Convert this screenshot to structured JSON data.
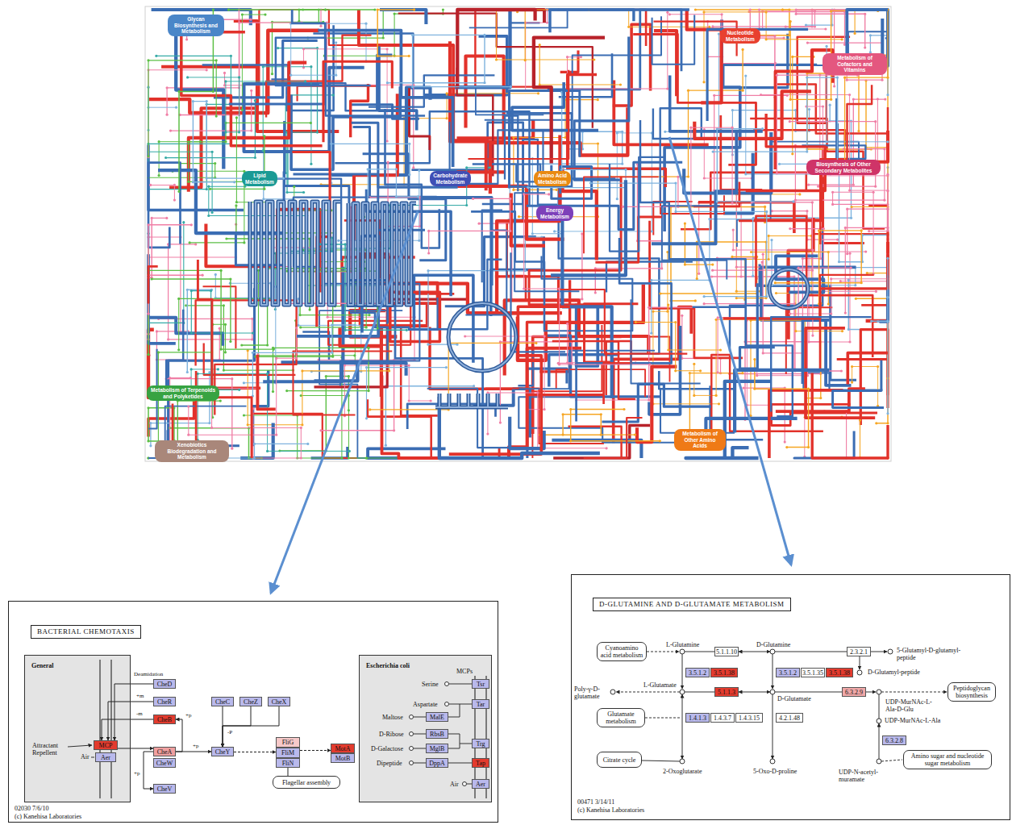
{
  "diagram": {
    "nodes": [
      {
        "text": [
          "Glycan Biosynthesis and Metabolism"
        ]
      },
      {
        "text": [
          "Nucleotide Metabolism"
        ]
      },
      {
        "text": [
          "Metabolism of Cofactors and Vitamins"
        ]
      },
      {
        "text": [
          "Biosynthesis of Other Secondary Metabolites"
        ]
      },
      {
        "text": [
          "Lipid Metabolism"
        ]
      },
      {
        "text": [
          "Carbohydrate Metabolism"
        ]
      },
      {
        "text": [
          "Amino Acid Metabolism"
        ]
      },
      {
        "text": [
          "Energy Metabolism"
        ]
      },
      {
        "text": [
          "Metabolism of Terpenoids and Polyketides"
        ]
      },
      {
        "text": [
          "Metabolism of Other Amino Acids"
        ]
      },
      {
        "text": [
          "Xenobiotics Biodegradation and Metabolism"
        ]
      },
      {
        "text": [
          "BACTERIAL CHEMOTAXIS"
        ]
      },
      {
        "text": [
          "General"
        ],
        "in": 11
      },
      {
        "text": [
          "MCP"
        ],
        "in": 12
      },
      {
        "text": [
          "Aer"
        ],
        "in": 12
      },
      {
        "text": [
          "CheD"
        ],
        "in": 11
      },
      {
        "text": [
          "CheR"
        ],
        "in": 11
      },
      {
        "text": [
          "CheB"
        ],
        "in": 11
      },
      {
        "text": [
          "CheA"
        ],
        "in": 11
      },
      {
        "text": [
          "CheW"
        ],
        "in": 11
      },
      {
        "text": [
          "CheV"
        ],
        "in": 11
      },
      {
        "text": [
          "CheC"
        ],
        "in": 11
      },
      {
        "text": [
          "CheZ"
        ],
        "in": 11
      },
      {
        "text": [
          "CheX"
        ],
        "in": 11
      },
      {
        "text": [
          "CheY"
        ],
        "in": 11
      },
      {
        "text": [
          "FliG"
        ],
        "in": 11
      },
      {
        "text": [
          "FliM"
        ],
        "in": 11
      },
      {
        "text": [
          "FliN"
        ],
        "in": 11
      },
      {
        "text": [
          "MotA"
        ],
        "in": 11
      },
      {
        "text": [
          "MotB"
        ],
        "in": 11
      },
      {
        "text": [
          "Flagellar assembly"
        ],
        "in": 11
      },
      {
        "text": [
          "Escherichia coli"
        ],
        "in": 11
      },
      {
        "text": [
          "Tsr"
        ],
        "in": 31
      },
      {
        "text": [
          "Tar"
        ],
        "in": 31
      },
      {
        "text": [
          "MalE"
        ],
        "in": 31
      },
      {
        "text": [
          "RbsB"
        ],
        "in": 31
      },
      {
        "text": [
          "MglB"
        ],
        "in": 31
      },
      {
        "text": [
          "DppA"
        ],
        "in": 31
      },
      {
        "text": [
          "Trg"
        ],
        "in": 31
      },
      {
        "text": [
          "Tap"
        ],
        "in": 31
      },
      {
        "text": [
          "Aer"
        ],
        "in": 31
      },
      {
        "text": [
          "D-GLUTAMINE AND D-GLUTAMATE METABOLISM"
        ]
      },
      {
        "text": [
          "Cyanoamino acid metabolism"
        ],
        "in": 41
      },
      {
        "text": [
          "5.1.1.10"
        ],
        "in": 41
      },
      {
        "text": [
          "2.3.2.1"
        ],
        "in": 41
      },
      {
        "text": [
          "3.5.1.2"
        ],
        "in": 41
      },
      {
        "text": [
          "3.5.1.38"
        ],
        "in": 41
      },
      {
        "text": [
          "3.5.1.2"
        ],
        "in": 41
      },
      {
        "text": [
          "3.5.1.35"
        ],
        "in": 41
      },
      {
        "text": [
          "3.5.1.38"
        ],
        "in": 41
      },
      {
        "text": [
          "6.3.2.9"
        ],
        "in": 41
      },
      {
        "text": [
          "Peptidoglycan biosynthesis"
        ],
        "in": 41
      },
      {
        "text": [
          "5.1.1.3"
        ],
        "in": 41
      },
      {
        "text": [
          "Glutamate metabolism"
        ],
        "in": 41
      },
      {
        "text": [
          "1.4.1.3"
        ],
        "in": 41
      },
      {
        "text": [
          "1.4.3.7"
        ],
        "in": 41
      },
      {
        "text": [
          "1.4.3.15"
        ],
        "in": 41
      },
      {
        "text": [
          "4.2.1.48"
        ],
        "in": 41
      },
      {
        "text": [
          "6.3.2.8"
        ],
        "in": 41
      },
      {
        "text": [
          "Citrate cycle"
        ],
        "in": 41
      },
      {
        "text": [
          "Amino sugar and nucleotide sugar metabolism"
        ],
        "in": 41
      }
    ],
    "edges": [
      {
        "from": 15,
        "to": 13,
        "arrow": "to",
        "label": "Deamidation"
      },
      {
        "from": 16,
        "to": 13,
        "arrow": "to",
        "label": "+m"
      },
      {
        "from": 17,
        "to": 13,
        "arrow": "to",
        "label": "-m"
      },
      {
        "from": 13,
        "to": 18,
        "arrow": "to"
      },
      {
        "from": 18,
        "to": 17,
        "arrow": "to",
        "label": "+p"
      },
      {
        "from": 18,
        "to": 24,
        "arrow": "to",
        "label": "+p"
      },
      {
        "from": 22,
        "to": 24,
        "arrow": "to",
        "label": "-P"
      },
      {
        "from": 21,
        "to": 24,
        "arrow": "to"
      },
      {
        "from": 23,
        "to": 24,
        "arrow": "to"
      },
      {
        "from": 24,
        "to": 26,
        "arrow": "to"
      },
      {
        "from": 18,
        "to": 20,
        "arrow": "to",
        "label": "+p"
      },
      {
        "from": 26,
        "to": 28,
        "arrow": "to"
      },
      {
        "from": 27,
        "to": 30,
        "arrow": "none"
      }
    ],
    "labels": [
      "Attractant Repellent",
      "Air",
      "MCPs",
      "Serine",
      "Aspartate",
      "Maltose",
      "D-Ribose",
      "D-Galactose",
      "Dipeptide",
      "Air",
      "02030 7/6/10",
      "(c) Kanehisa Laboratories",
      "L-Glutamine",
      "D-Glutamine",
      "5-Glutamyl-D-glutamyl-peptide",
      "D-Glutamyl-peptide",
      "UDP-MurNAc-L-Ala-D-Glu",
      "L-Glutamate",
      "D-Glutamate",
      "Poly-γ-D-glutamate",
      "UDP-MurNAc-L-Ala",
      "2-Oxoglutarate",
      "5-Oxo-D-proline",
      "UDP-N-acetyl-muramate",
      "00471 3/14/11",
      "(c) Kanehisa Laboratories"
    ]
  }
}
